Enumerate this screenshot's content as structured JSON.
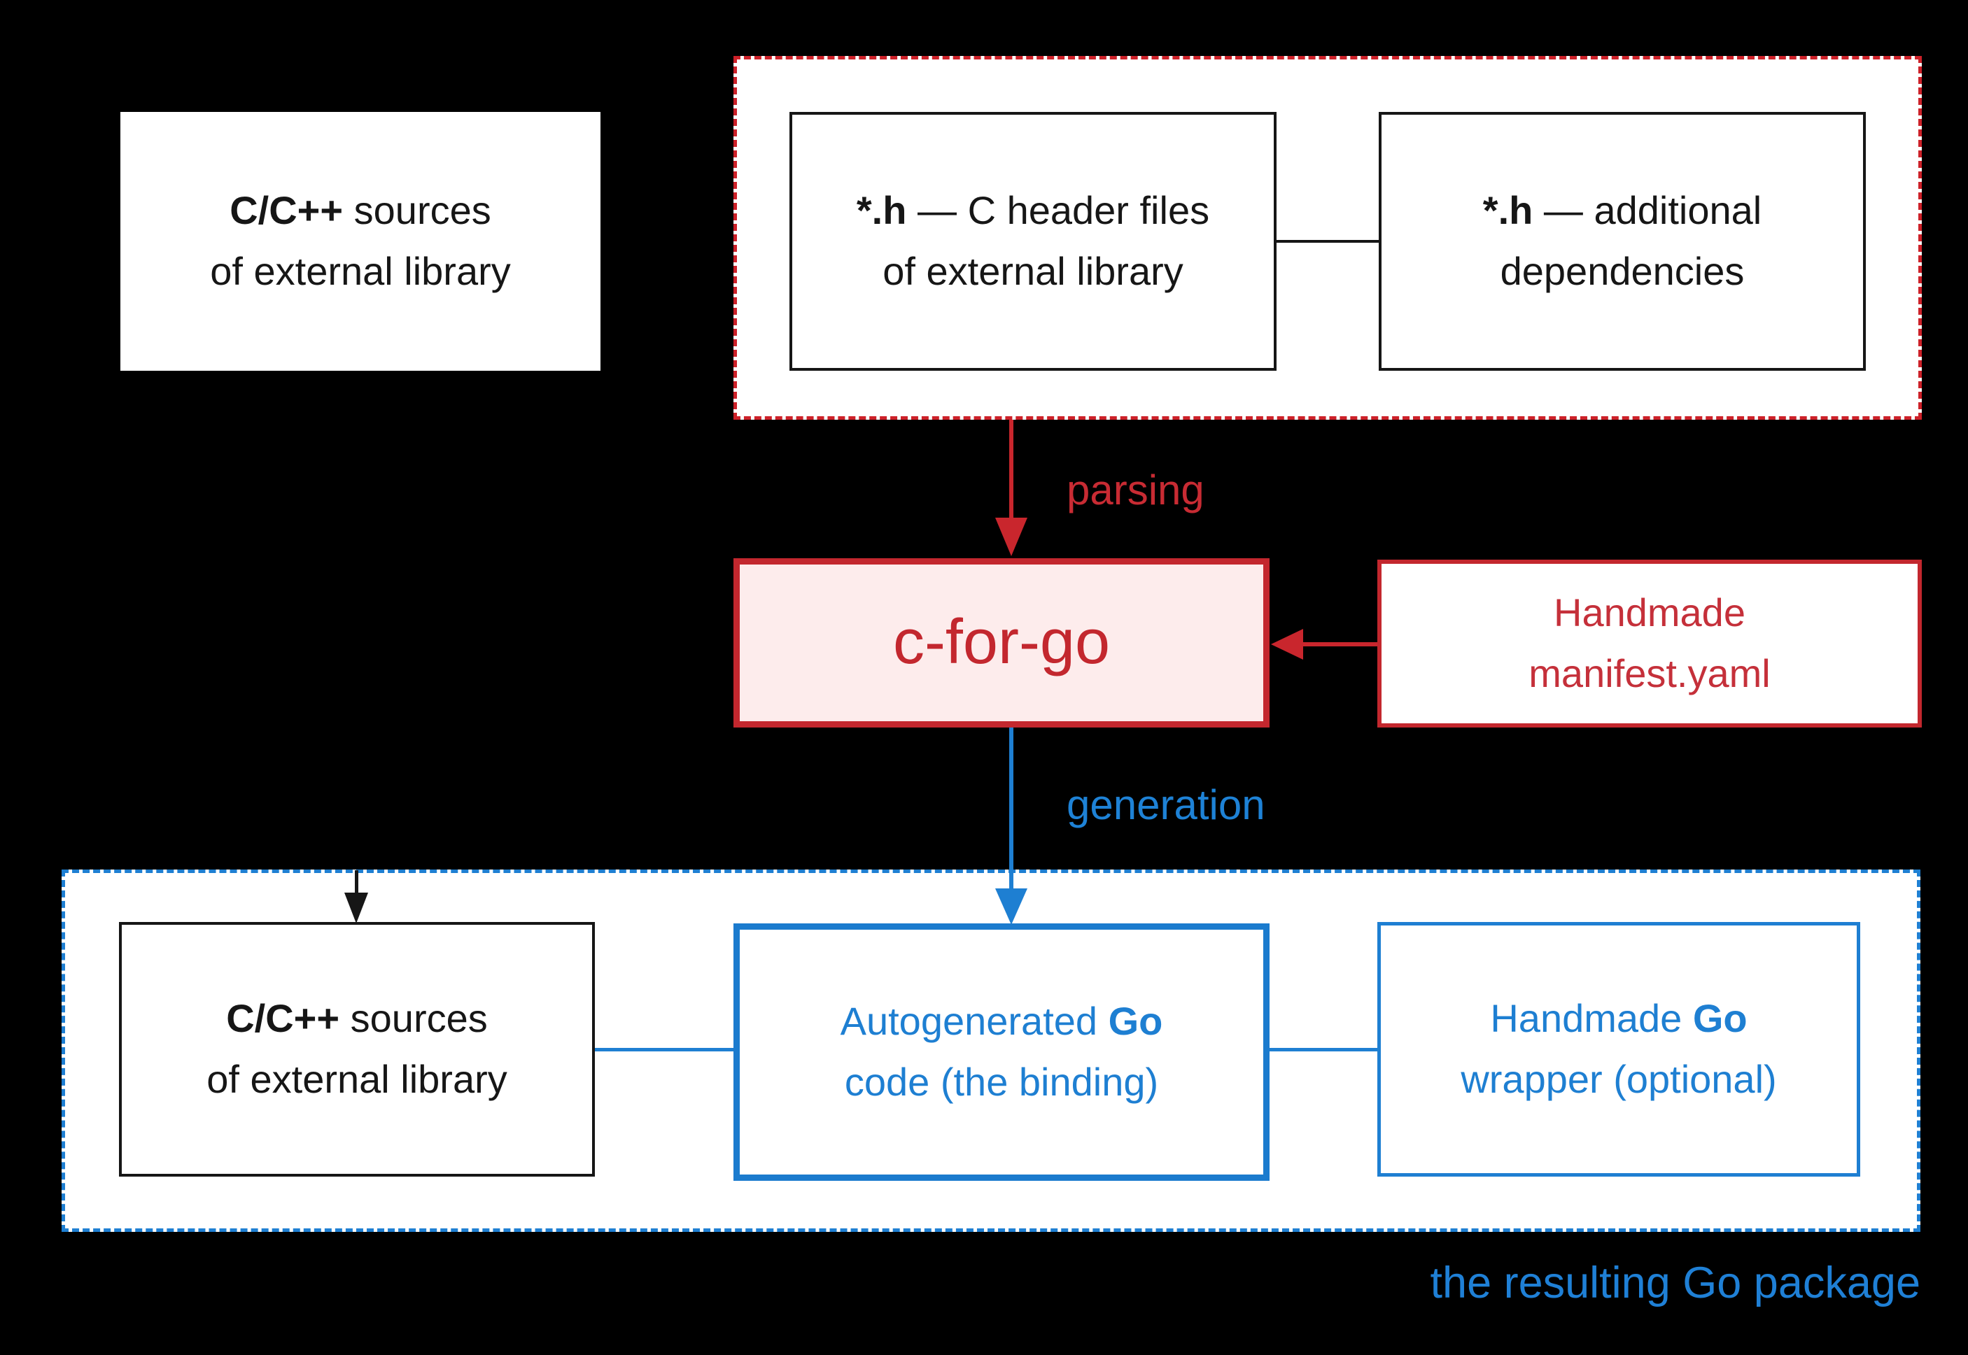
{
  "palette": {
    "background": "#000000",
    "red_solid": "#c3272e",
    "red_dash": "#cd2129",
    "red_fill": "#fdecec",
    "blue": "#1e7fd2",
    "black_line": "#161616",
    "node_fill": "#ffffff"
  },
  "nodes": {
    "c_sources_top": {
      "bold": "C/C++",
      "rest": " sources\nof external library"
    },
    "c_header_files": {
      "bold": "*.h",
      "rest": " — C header files\nof external library"
    },
    "additional_dependencies": {
      "bold": "*.h",
      "rest": " — additional\ndependencies"
    },
    "c_for_go": {
      "text": "c-for-go"
    },
    "handmade_manifest": {
      "text": "Handmade\nmanifest.yaml"
    },
    "c_sources_bottom": {
      "bold": "C/C++",
      "rest": " sources\nof external library"
    },
    "autogenerated_go": {
      "pre": "Autogenerated ",
      "bold": "Go",
      "post": "\ncode (the binding)"
    },
    "handmade_wrapper": {
      "pre": "Handmade ",
      "bold": "Go",
      "post": "\nwrapper (optional)"
    }
  },
  "labels": {
    "parsing": "parsing",
    "generation": "generation",
    "result_caption": "the resulting Go package"
  }
}
